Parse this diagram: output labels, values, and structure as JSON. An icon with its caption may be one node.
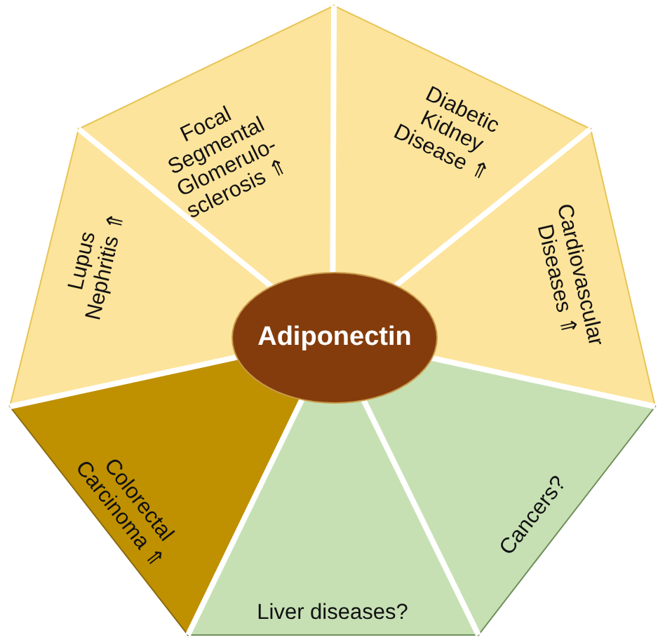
{
  "diagram": {
    "nodes": [
      {
        "text": [
          "Adiponectin"
        ]
      },
      {
        "text": [
          "Focal Segmental Glomerulo-sclerosis ⇑"
        ]
      },
      {
        "text": [
          "Diabetic Kidney Disease ⇑"
        ]
      },
      {
        "text": [
          "Cardiovascular Diseases ⇑"
        ]
      },
      {
        "text": [
          "Cancers?"
        ]
      },
      {
        "text": [
          "Liver diseases?"
        ]
      },
      {
        "text": [
          "Colorectal Carcinoma ⇑"
        ]
      },
      {
        "text": [
          "Lupus Nephritis ⇑"
        ]
      }
    ]
  }
}
